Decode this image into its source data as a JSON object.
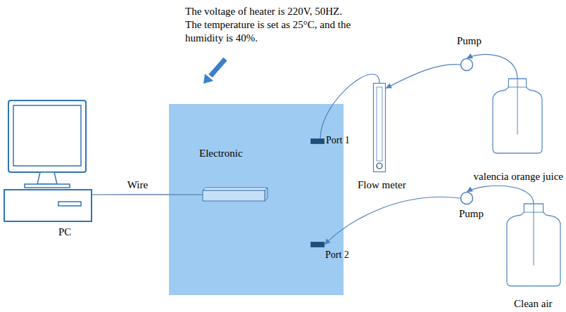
{
  "diagram": {
    "nodes": [
      {
        "text": [
          "PC"
        ]
      },
      {
        "text": [
          "Electronic"
        ]
      },
      {
        "text": [
          "Port 1"
        ],
        "in": 1
      },
      {
        "text": [
          "Port 2"
        ],
        "in": 1
      },
      {
        "text": [
          "Flow meter"
        ]
      },
      {
        "text": [
          "Pump"
        ]
      },
      {
        "text": [
          "valencia orange juice"
        ]
      },
      {
        "text": [
          "Pump"
        ]
      },
      {
        "text": [
          "Clean air"
        ]
      }
    ],
    "edges": [
      {
        "from": 0,
        "to": 1,
        "label": "Wire",
        "arrow": "none"
      },
      {
        "from": 4,
        "to": 2,
        "arrow": "none"
      },
      {
        "from": 5,
        "to": 4,
        "arrow": "to"
      },
      {
        "from": 6,
        "to": 5,
        "arrow": "to"
      },
      {
        "from": 7,
        "to": 3,
        "arrow": "to"
      },
      {
        "from": 8,
        "to": 7,
        "arrow": "to"
      }
    ],
    "labels": [
      "The voltage of heater is 220V, 50HZ.",
      "The temperature is set as 25°C, and the humidity is 40%."
    ]
  }
}
